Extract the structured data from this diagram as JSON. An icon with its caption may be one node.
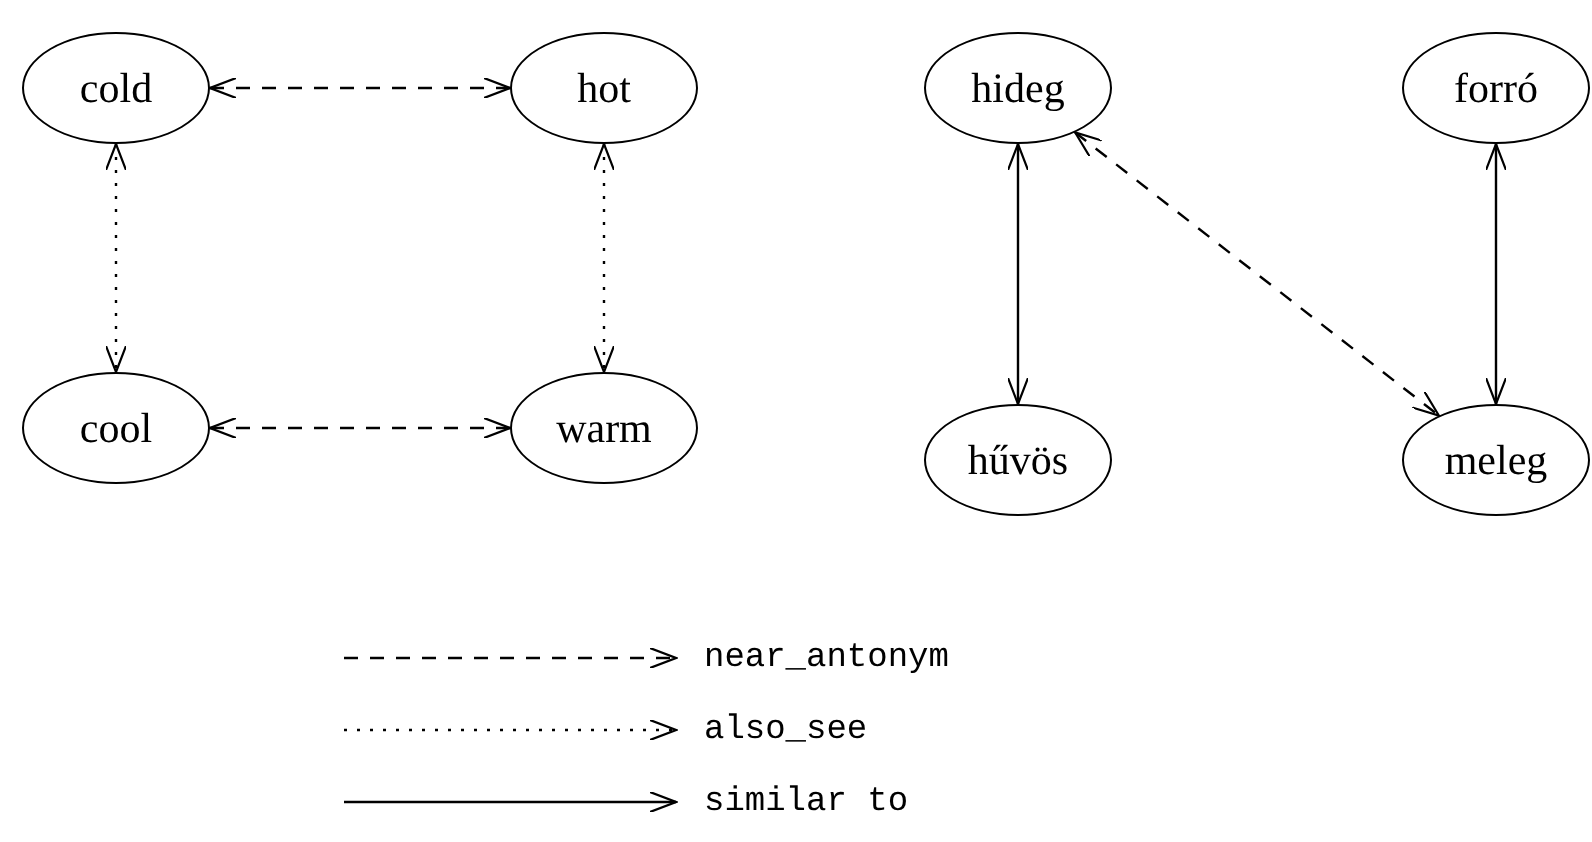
{
  "diagram": {
    "nodes": [
      {
        "text": [
          "cold"
        ]
      },
      {
        "text": [
          "hot"
        ]
      },
      {
        "text": [
          "cool"
        ]
      },
      {
        "text": [
          "warm"
        ]
      },
      {
        "text": [
          "hideg"
        ]
      },
      {
        "text": [
          "forró"
        ]
      },
      {
        "text": [
          "hűvös"
        ]
      },
      {
        "text": [
          "meleg"
        ]
      }
    ],
    "edges": [
      {
        "from": 0,
        "to": 1,
        "arrow": "both",
        "style": "dashed"
      },
      {
        "from": 0,
        "to": 2,
        "arrow": "both",
        "style": "dashed"
      },
      {
        "from": 1,
        "to": 3,
        "arrow": "both",
        "style": "dashed"
      },
      {
        "from": 2,
        "to": 3,
        "arrow": "both",
        "style": "dashed"
      },
      {
        "from": 4,
        "to": 6,
        "arrow": "both"
      },
      {
        "from": 4,
        "to": 7,
        "arrow": "both",
        "style": "dashed"
      },
      {
        "from": 5,
        "to": 7,
        "arrow": "both"
      }
    ],
    "legend": [
      {
        "text": "near_antonym"
      },
      {
        "text": "also_see"
      },
      {
        "text": "similar to"
      }
    ]
  }
}
